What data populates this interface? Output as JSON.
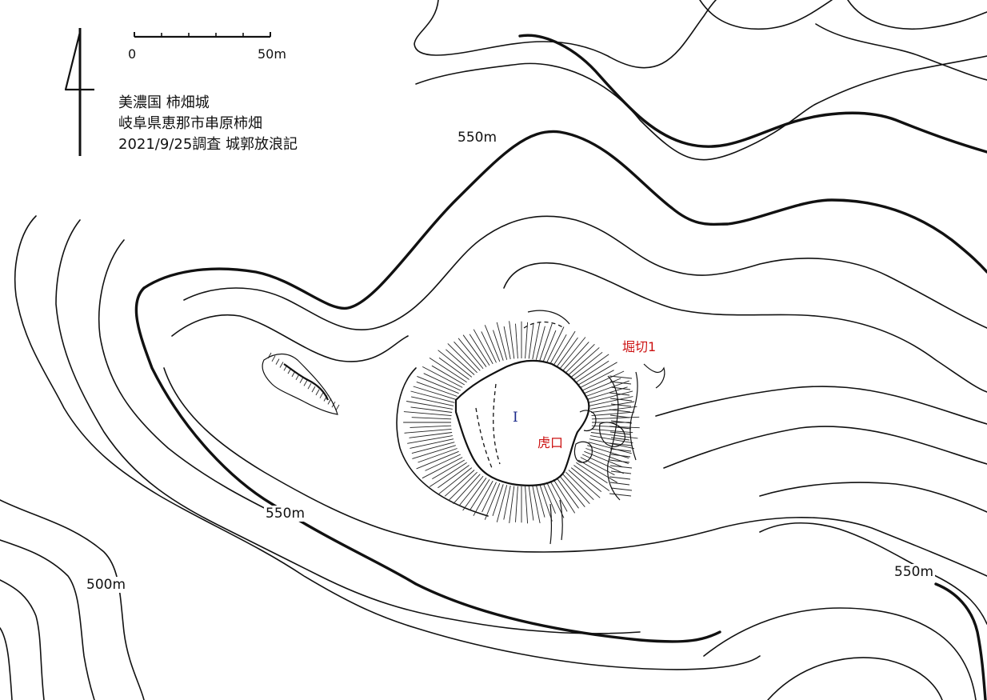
{
  "title": {
    "line1": "美濃国 柿畑城",
    "line2": "岐阜県恵那市串原柿畑",
    "line3": "2021/9/25調査 城郭放浪記"
  },
  "scale": {
    "start": "0",
    "end": "50m"
  },
  "contour_labels": [
    "550m",
    "550m",
    "550m",
    "500m"
  ],
  "features": {
    "main_enclosure": "I",
    "gate": "虎口",
    "moat": "堀切1"
  },
  "colors": {
    "annotation": "#cc1111",
    "enclosure_label": "#1b2a8a",
    "ink": "#111111"
  },
  "icons": {
    "north_arrow": "north-arrow-icon"
  }
}
